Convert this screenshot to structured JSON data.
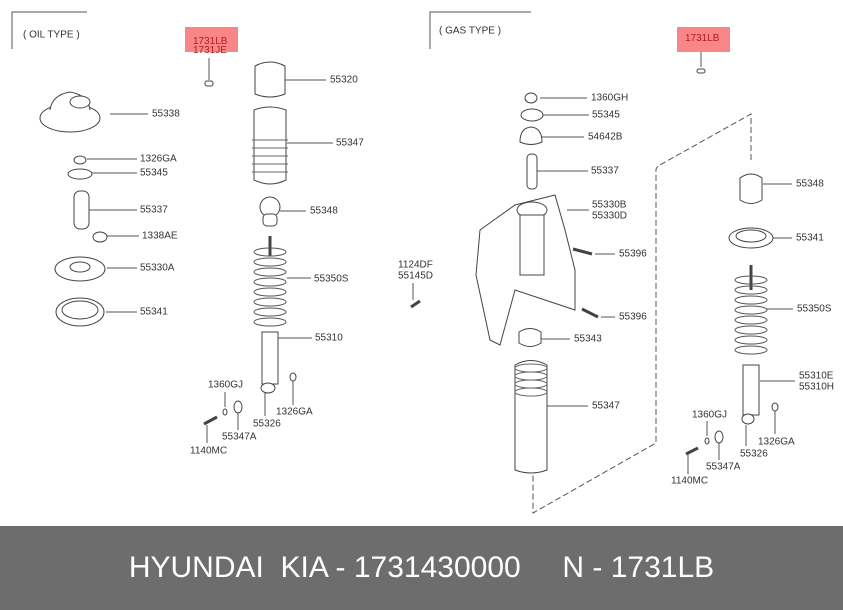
{
  "oil_section": {
    "title": "( OIL TYPE )",
    "highlight_labels": [
      "1731LB",
      "1731JE"
    ],
    "labels": {
      "p55320": "55320",
      "p55338": "55338",
      "p1326GA": "1326GA",
      "p55345": "55345",
      "p55337": "55337",
      "p1338AE": "1338AE",
      "p55330A": "55330A",
      "p55341": "55341",
      "p55347": "55347",
      "p55348": "55348",
      "p55350S": "55350S",
      "p55310": "55310",
      "p1360GJ": "1360GJ",
      "p55347A": "55347A",
      "p55326": "55326",
      "p1326GA_b": "1326GA",
      "p1140MC": "1140MC"
    }
  },
  "gas_section": {
    "title": "( GAS TYPE )",
    "highlight_label": "1731LB",
    "labels": {
      "p1360GH": "1360GH",
      "p55345": "55345",
      "p54642B": "54642B",
      "p55337": "55337",
      "p55330B": "55330B",
      "p55330D": "55330D",
      "p55396a": "55396",
      "p55396b": "55396",
      "p55343": "55343",
      "p55347": "55347",
      "p1124DF": "1124DF",
      "p55145D": "55145D",
      "p55348": "55348",
      "p55341": "55341",
      "p55350S": "55350S",
      "p55310E": "55310E",
      "p55310H": "55310H",
      "p1360GJ": "1360GJ",
      "p1326GA": "1326GA",
      "p55326": "55326",
      "p55347A": "55347A",
      "p1140MC": "1140MC"
    }
  },
  "banner": {
    "text": "HYUNDAI  KIA - 1731430000     N - 1731LB"
  },
  "colors": {
    "highlight": "#f88686",
    "banner_bg": "#6d6d6d"
  }
}
